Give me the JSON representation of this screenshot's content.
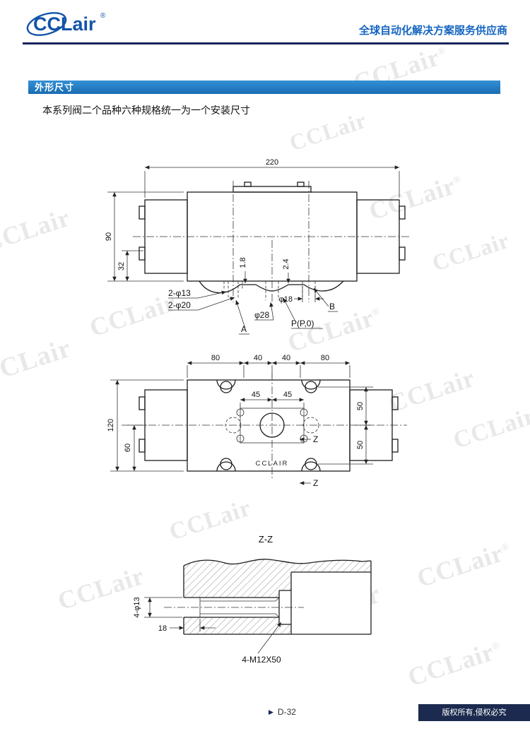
{
  "header": {
    "logo_text": "CCLair",
    "logo_reg": "®",
    "tagline": "全球自动化解决方案服务供应商"
  },
  "section": {
    "title": "外形尺寸"
  },
  "intro": {
    "text": "本系列阀二个品种六种规格统一为一个安装尺寸"
  },
  "watermark": {
    "text": "CCLair",
    "reg": "®"
  },
  "side_view": {
    "dim_overall_width": "220",
    "dim_overall_height": "90",
    "dim_port_height": "32",
    "dim_step1": "1.8",
    "dim_step2": "2.4",
    "label_holes1": "2-φ13",
    "label_holes2": "2-φ20",
    "label_port_dia": "φ28",
    "label_port_b_dia": "φ18",
    "label_a": "A",
    "label_b": "B",
    "label_p": "P(P,0)"
  },
  "top_view": {
    "dim_80_left": "80",
    "dim_40_left": "40",
    "dim_40_right": "40",
    "dim_80_right": "80",
    "dim_45_left": "45",
    "dim_45_right": "45",
    "dim_50_top": "50",
    "dim_50_bottom": "50",
    "dim_height": "120",
    "dim_half_height": "60",
    "section_label_top": "Z",
    "section_label_bottom": "Z",
    "brand": "CCLAIR"
  },
  "section_view": {
    "title": "Z-Z",
    "label_holes": "4-φ13",
    "dim_depth": "18",
    "label_thread": "4-M12X50"
  },
  "footer": {
    "marker": "▶",
    "page": "D-32",
    "copyright": "版权所有,侵权必究"
  }
}
